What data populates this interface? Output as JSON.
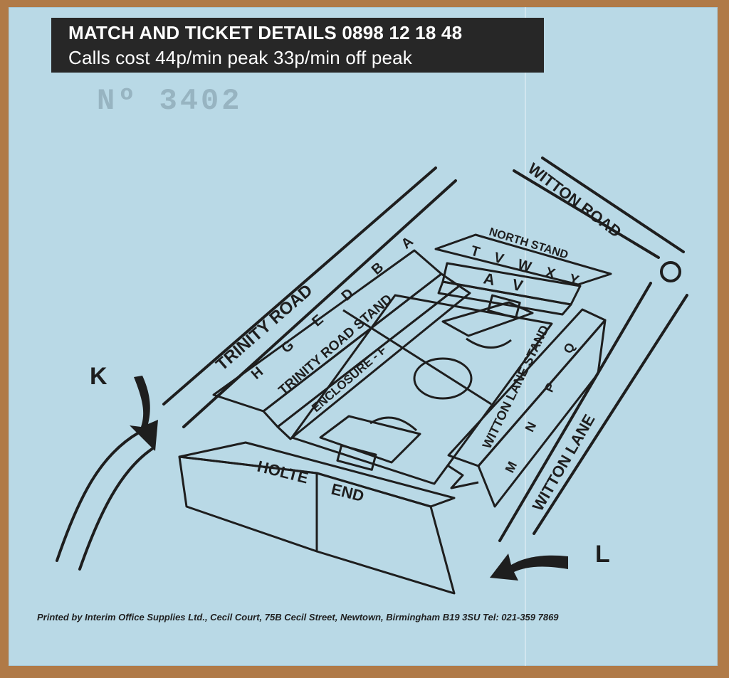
{
  "header": {
    "line1": "MATCH AND TICKET DETAILS 0898 12 18 48",
    "line2": "Calls cost 44p/min peak 33p/min off peak"
  },
  "ghost_number": "Nº 3402",
  "map": {
    "roads": {
      "trinity_road": "TRINITY ROAD",
      "witton_road": "WITTON ROAD",
      "witton_lane": "WITTON LANE"
    },
    "stands": {
      "north_stand": "NORTH STAND",
      "north_sections": "T V W X Y",
      "north_lower": "A V",
      "trinity_road_stand": "TRINITY ROAD STAND",
      "trinity_sections": "H G E D B A",
      "enclosure": "ENCLOSURE - F",
      "witton_lane_stand": "WITTON LANE STAND",
      "witton_sections": "M N P Q",
      "holte": "HOLTE",
      "end": "END"
    },
    "entrances": {
      "k": "K",
      "l": "L"
    }
  },
  "footer": {
    "printer": "Printed by Interim Office Supplies Ltd., Cecil Court, 75B Cecil Street, Newtown, Birmingham B19 3SU Tel: 021-359 7869"
  },
  "colors": {
    "paper": "#b9d9e6",
    "ink": "#1e1e1e",
    "table": "#b07a47"
  }
}
